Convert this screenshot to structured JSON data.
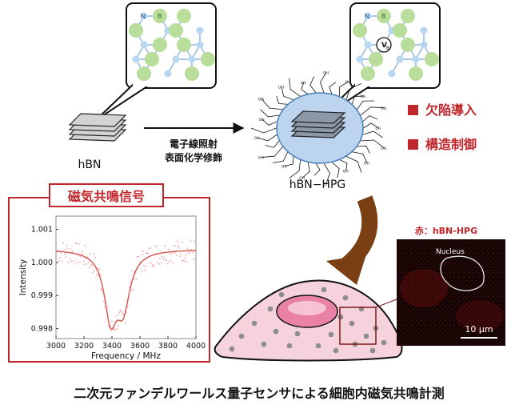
{
  "labels": {
    "hbn": "hBN",
    "hbn_hpg": "hBN−HPG",
    "arrow_line1": "電子線照射",
    "arrow_line2": "表面化学修飾",
    "defect_intro": "欠陥導入",
    "structure_control": "構造制御",
    "atom_n": "N",
    "atom_b": "B",
    "vacancy": "V",
    "vacancy_sub": "B",
    "oh": "OH",
    "micrograph_title": "赤：hBN-HPG",
    "nucleus": "Nucleus",
    "scalebar": "10 µm",
    "chart_box_title": "磁気共鳴信号",
    "caption": "二次元ファンデルワールス量子センサによる細胞内磁気共鳴計測"
  },
  "colors": {
    "accent_red": "#c0272d",
    "nitrogen": "#b9d7f0",
    "boron": "#b9de9c",
    "cell_fill": "#f6d2dc",
    "nucleus_fill": "#ea82a8",
    "brown_arrow": "#7a3f12",
    "halo": "#bcd4ee"
  },
  "chart_data": {
    "type": "scatter",
    "xlabel": "Frequency / MHz",
    "ylabel": "Intensity",
    "xlim": [
      3000,
      4000
    ],
    "ylim": [
      0.9977,
      1.0014
    ],
    "xticks": [
      3000,
      3200,
      3400,
      3600,
      3800,
      4000
    ],
    "yticks": [
      0.998,
      0.999,
      1.0,
      1.001
    ],
    "ytick_labels": [
      "0.998",
      "0.999",
      "1.000",
      "1.001"
    ],
    "fit_color": "#d9534f",
    "point_color": "#f0a8a8",
    "fit": {
      "baseline": 1.0004,
      "dips": [
        {
          "center": 3390,
          "width": 55,
          "depth": 0.0019
        },
        {
          "center": 3480,
          "width": 60,
          "depth": 0.0016
        }
      ]
    }
  }
}
